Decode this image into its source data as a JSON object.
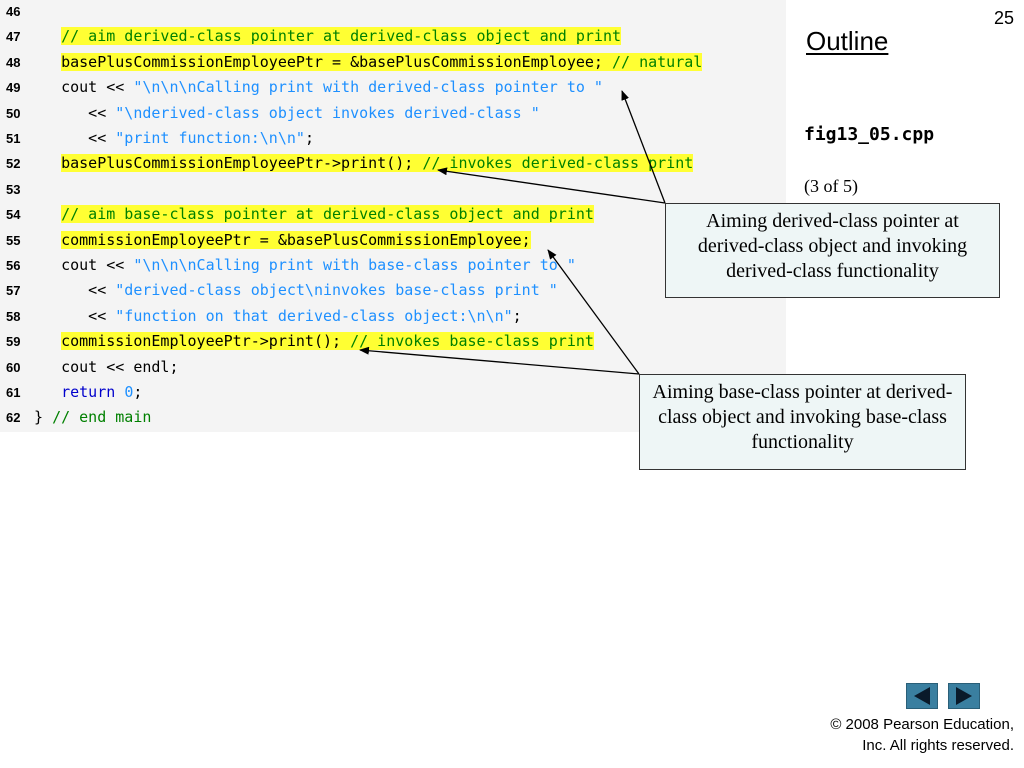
{
  "slide": {
    "number": "25"
  },
  "sidebar": {
    "title": "Outline",
    "file_name": "fig13_05.cpp",
    "page_indicator": "(3 of 5)"
  },
  "code": {
    "lines": [
      {
        "num": "46",
        "parts": []
      },
      {
        "num": "47",
        "parts": [
          {
            "t": "   ",
            "c": ""
          },
          {
            "t": "// aim derived-class pointer at derived-class object and print",
            "c": "cmt hl"
          }
        ]
      },
      {
        "num": "48",
        "parts": [
          {
            "t": "   ",
            "c": ""
          },
          {
            "t": "basePlusCommissionEmployeePtr = &basePlusCommissionEmployee; ",
            "c": "hl"
          },
          {
            "t": "// natural",
            "c": "cmt hl"
          }
        ]
      },
      {
        "num": "49",
        "parts": [
          {
            "t": "   cout << ",
            "c": ""
          },
          {
            "t": "\"\\n\\n\\nCalling print with derived-class pointer to \"",
            "c": "str"
          }
        ]
      },
      {
        "num": "50",
        "parts": [
          {
            "t": "      << ",
            "c": ""
          },
          {
            "t": "\"\\nderived-class object invokes derived-class \"",
            "c": "str"
          }
        ]
      },
      {
        "num": "51",
        "parts": [
          {
            "t": "      << ",
            "c": ""
          },
          {
            "t": "\"print function:\\n\\n\"",
            "c": "str"
          },
          {
            "t": ";",
            "c": ""
          }
        ]
      },
      {
        "num": "52",
        "parts": [
          {
            "t": "   ",
            "c": ""
          },
          {
            "t": "basePlusCommissionEmployeePtr->print(); ",
            "c": "hl"
          },
          {
            "t": "// invokes derived-class print",
            "c": "cmt hl"
          }
        ]
      },
      {
        "num": "53",
        "parts": []
      },
      {
        "num": "54",
        "parts": [
          {
            "t": "   ",
            "c": ""
          },
          {
            "t": "// aim base-class pointer at derived-class object and print",
            "c": "cmt hl"
          }
        ]
      },
      {
        "num": "55",
        "parts": [
          {
            "t": "   ",
            "c": ""
          },
          {
            "t": "commissionEmployeePtr = &basePlusCommissionEmployee;",
            "c": "hl"
          }
        ]
      },
      {
        "num": "56",
        "parts": [
          {
            "t": "   cout << ",
            "c": ""
          },
          {
            "t": "\"\\n\\n\\nCalling print with base-class pointer to \"",
            "c": "str"
          }
        ]
      },
      {
        "num": "57",
        "parts": [
          {
            "t": "      << ",
            "c": ""
          },
          {
            "t": "\"derived-class object\\ninvokes base-class print \"",
            "c": "str"
          }
        ]
      },
      {
        "num": "58",
        "parts": [
          {
            "t": "      << ",
            "c": ""
          },
          {
            "t": "\"function on that derived-class object:\\n\\n\"",
            "c": "str"
          },
          {
            "t": ";",
            "c": ""
          }
        ]
      },
      {
        "num": "59",
        "parts": [
          {
            "t": "   ",
            "c": ""
          },
          {
            "t": "commissionEmployeePtr->print(); ",
            "c": "hl"
          },
          {
            "t": "// invokes base-class print",
            "c": "cmt hl"
          }
        ]
      },
      {
        "num": "60",
        "parts": [
          {
            "t": "   cout << endl;",
            "c": ""
          }
        ]
      },
      {
        "num": "61",
        "parts": [
          {
            "t": "   ",
            "c": ""
          },
          {
            "t": "return",
            "c": "kw"
          },
          {
            "t": " ",
            "c": ""
          },
          {
            "t": "0",
            "c": "num"
          },
          {
            "t": ";",
            "c": ""
          }
        ]
      },
      {
        "num": "62",
        "parts": [
          {
            "t": "} ",
            "c": ""
          },
          {
            "t": "// end main",
            "c": "cmt"
          }
        ]
      }
    ]
  },
  "callouts": {
    "derived": "Aiming derived-class pointer at derived-class object and invoking derived-class functionality",
    "base": "Aiming base-class pointer at derived-class object and invoking base-class functionality"
  },
  "navigation": {
    "prev_icon": "triangle-left-icon",
    "next_icon": "triangle-right-icon"
  },
  "footer": {
    "copyright_line1": "© 2008 Pearson Education,",
    "copyright_line2": "Inc.  All rights reserved."
  },
  "colors": {
    "highlight": "#ffff33",
    "comment": "#008000",
    "string": "#1e90ff",
    "keyword": "#0000cc",
    "nav_button": "#3a7fa0",
    "callout_bg": "#eef6f6"
  }
}
